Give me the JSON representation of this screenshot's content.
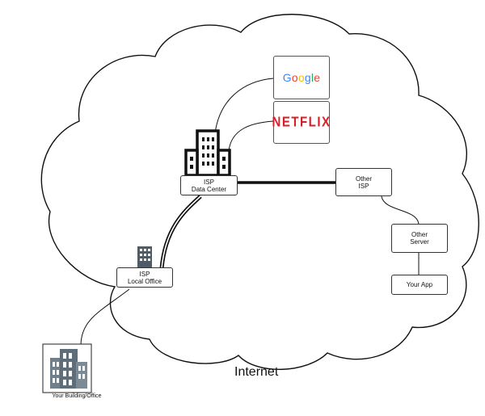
{
  "diagram": {
    "cloud_label": "Internet",
    "nodes": {
      "isp_data_center": {
        "line1": "ISP",
        "line2": "Data Center"
      },
      "isp_local_office": {
        "line1": "ISP",
        "line2": "Local Office"
      },
      "other_isp": {
        "line1": "Other",
        "line2": "ISP"
      },
      "other_server": {
        "line1": "Other",
        "line2": "Server"
      },
      "your_app": {
        "label": "Your App"
      },
      "your_building": {
        "label": "Your Building/Office"
      }
    },
    "brands": {
      "google": {
        "text": "Google",
        "colors": [
          "#4285F4",
          "#EA4335",
          "#FBBC05",
          "#4285F4",
          "#34A853",
          "#EA4335"
        ]
      },
      "netflix": {
        "text": "NETFLIX",
        "color": "#D81F26"
      }
    },
    "colors": {
      "line": "#111111",
      "cloud_stroke": "#111111",
      "building_fill": "#6f7f8c"
    }
  }
}
